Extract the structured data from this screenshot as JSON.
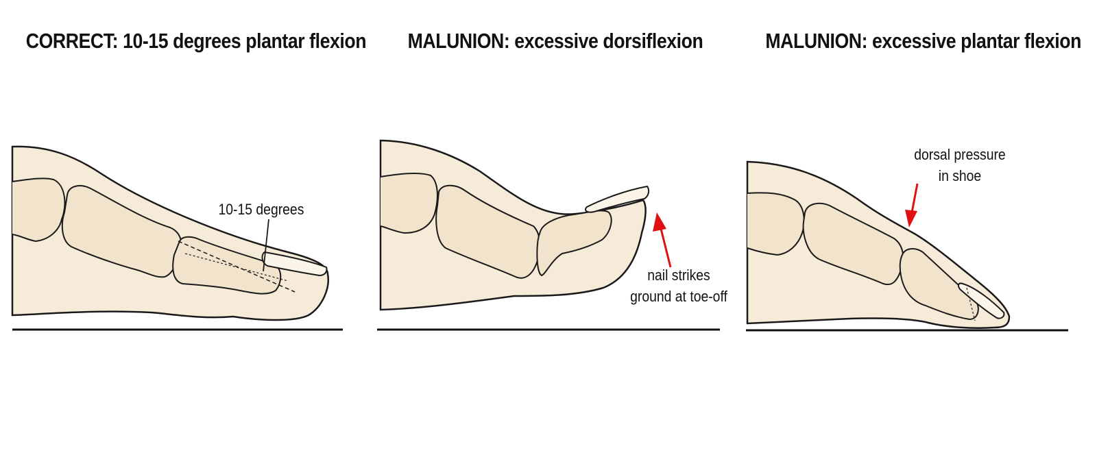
{
  "panels": [
    {
      "title": "CORRECT: 10-15 degrees plantar flexion",
      "annotation": "10-15 degrees"
    },
    {
      "title": "MALUNION: excessive dorsiflexion",
      "annotation_line1": "nail strikes",
      "annotation_line2": "ground at toe-off",
      "arrow_color": "#e01010"
    },
    {
      "title": "MALUNION: excessive plantar flexion",
      "annotation_line1": "dorsal pressure",
      "annotation_line2": "in shoe",
      "arrow_color": "#e01010"
    }
  ],
  "colors": {
    "skin": "#f6ead8",
    "bone": "#f1e3cc",
    "outline": "#1a1a1a",
    "ground": "#111111",
    "arrow": "#e01010"
  }
}
